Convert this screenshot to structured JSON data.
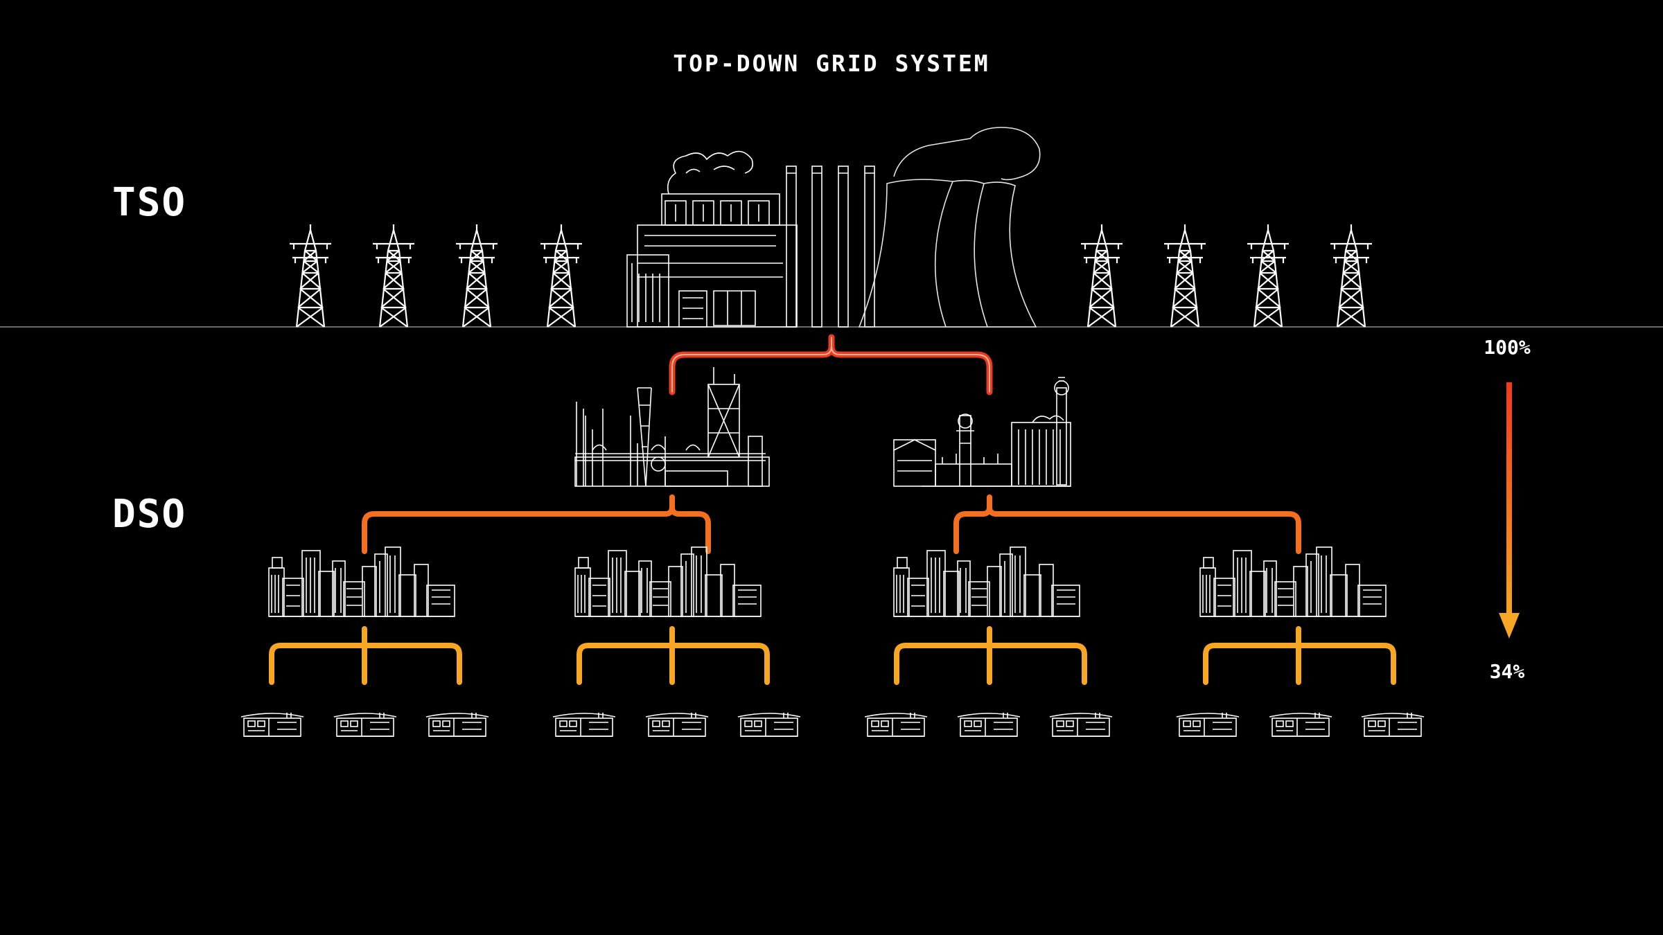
{
  "title": "TOP-DOWN GRID SYSTEM",
  "levels": {
    "tso": "TSO",
    "dso": "DSO"
  },
  "scale": {
    "top": "100%",
    "bottom": "34%"
  },
  "colors": {
    "background": "#000000",
    "line_art": "#ffffff",
    "tier1_connector": "#f03a1c",
    "tier2_connector": "#f5701e",
    "tier3_connector": "#f6a623",
    "arrow_start": "#f03a1c",
    "arrow_end": "#f6a623"
  },
  "icons": {
    "tso_row": [
      "pylon-icon",
      "pylon-icon",
      "pylon-icon",
      "pylon-icon",
      "power-plant-icon",
      "cooling-tower-icon",
      "pylon-icon",
      "pylon-icon",
      "pylon-icon",
      "pylon-icon"
    ],
    "substations": [
      "substation-icon",
      "industrial-plant-icon"
    ],
    "cities": [
      "city-icon",
      "city-icon",
      "city-icon",
      "city-icon"
    ],
    "buildings_per_city": 3
  }
}
